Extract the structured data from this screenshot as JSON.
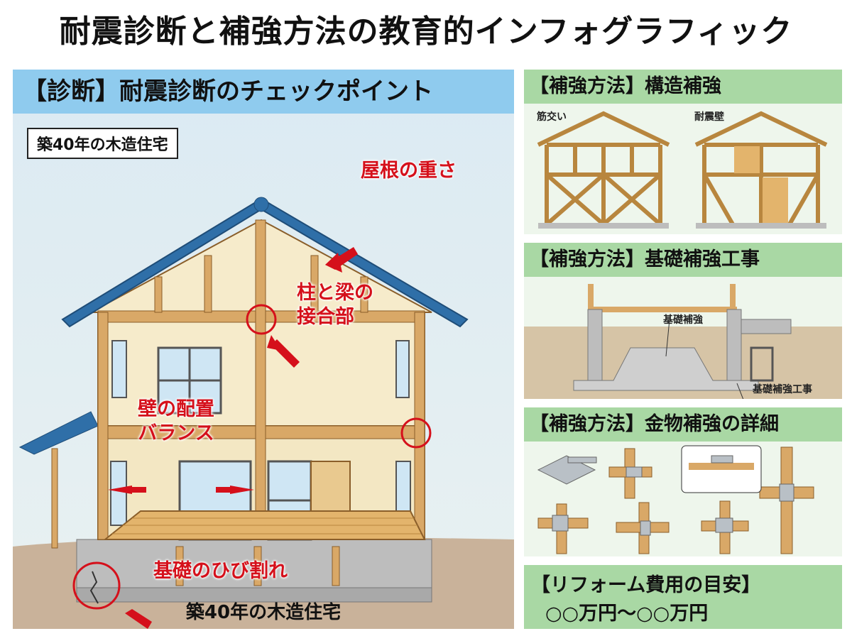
{
  "title": "耐震診断と補強方法の教育的インフォグラフィック",
  "diagnosis": {
    "heading": "【診断】耐震診断のチェックポイント",
    "house_tag": "築40年の木造住宅",
    "callouts": {
      "roof": "屋根の重さ",
      "joint_line1": "柱と梁の",
      "joint_line2": "接合部",
      "wall_line1": "壁の配置",
      "wall_line2": "バランス",
      "foundation": "基礎のひび割れ"
    },
    "caption": "築40年の木造住宅"
  },
  "structural": {
    "heading": "【補強方法】構造補強",
    "label_brace": "筋交い",
    "label_wall": "耐震壁"
  },
  "foundation_work": {
    "heading": "【補強方法】基礎補強工事",
    "label_reinforce": "基礎補強",
    "label_work": "基礎補強工事"
  },
  "hardware": {
    "heading": "【補強方法】金物補強の詳細"
  },
  "cost": {
    "heading": "【リフォーム費用の目安】",
    "value": "○○万円～○○万円"
  },
  "colors": {
    "accent_red": "#d5101b",
    "blue_header": "#8fcbee",
    "green_header": "#a9d8a4",
    "wood": "#d9a867"
  }
}
